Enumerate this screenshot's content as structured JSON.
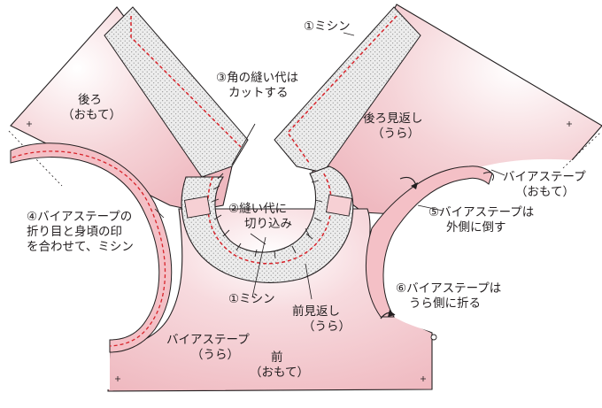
{
  "labels": {
    "step1_top": "①ミシン",
    "step3_line1": "③角の縫い代は",
    "step3_line2": "カットする",
    "back_right_line1": "後ろ",
    "back_right_line2": "（おもて）",
    "back_facing_line1": "後ろ見返し",
    "back_facing_line2": "（うら）",
    "step2_line1": "②縫い代に",
    "step2_line2": "切り込み",
    "step4_line1": "④バイアステープの",
    "step4_line2": "折り目と身頃の印",
    "step4_line3": "を合わせて、ミシン",
    "bias_right_line1": "バイアステープ",
    "bias_right_line2": "（おもて）",
    "step5_line1": "⑤バイアステープは",
    "step5_line2": "外側に倒す",
    "step1_bottom": "①ミシン",
    "front_facing_line1": "前見返し",
    "front_facing_line2": "（うら）",
    "step6_line1": "⑥バイアステープは",
    "step6_line2": "うら側に折る",
    "bias_left_line1": "バイアステープ",
    "bias_left_line2": "（うら）",
    "front_line1": "前",
    "front_line2": "（おもて）"
  },
  "colors": {
    "fabric_pink": "#f2c6cb",
    "fabric_white": "#ffffff",
    "facing_dots": "#9a9a9a",
    "stitch_red": "#d8232a",
    "outline": "#231f20",
    "bias_tape": "#f4c0c6"
  }
}
